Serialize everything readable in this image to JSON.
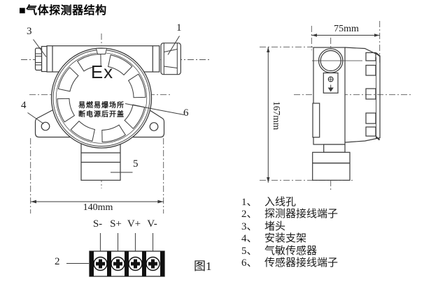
{
  "title": "■气体探测器结构",
  "figure_caption": "图1",
  "front_view": {
    "ex_marking": "Ex",
    "warning_line1": "易燃易爆场所",
    "warning_line2": "断电源后开盖",
    "width_dimension": "140mm"
  },
  "side_view": {
    "width_dimension": "75mm",
    "height_dimension": "167mm"
  },
  "terminal_block": {
    "labels": [
      "S-",
      "S+",
      "V+",
      "V-"
    ]
  },
  "callouts": {
    "inlet_hole": "1",
    "detector_terminal": "2",
    "plug": "3",
    "bracket": "4",
    "gas_sensor": "5",
    "sensor_terminal": "6"
  },
  "legend": {
    "items": [
      {
        "num": "1、",
        "text": "入线孔"
      },
      {
        "num": "2、",
        "text": "探测器接线端子"
      },
      {
        "num": "3、",
        "text": "堵头"
      },
      {
        "num": "4、",
        "text": "安装支架"
      },
      {
        "num": "5、",
        "text": "气敏传感器"
      },
      {
        "num": "6、",
        "text": "传感器接线端子"
      }
    ]
  },
  "colors": {
    "line": "#3a3a3a",
    "centerline": "#555555",
    "text": "#1a1a1a"
  }
}
